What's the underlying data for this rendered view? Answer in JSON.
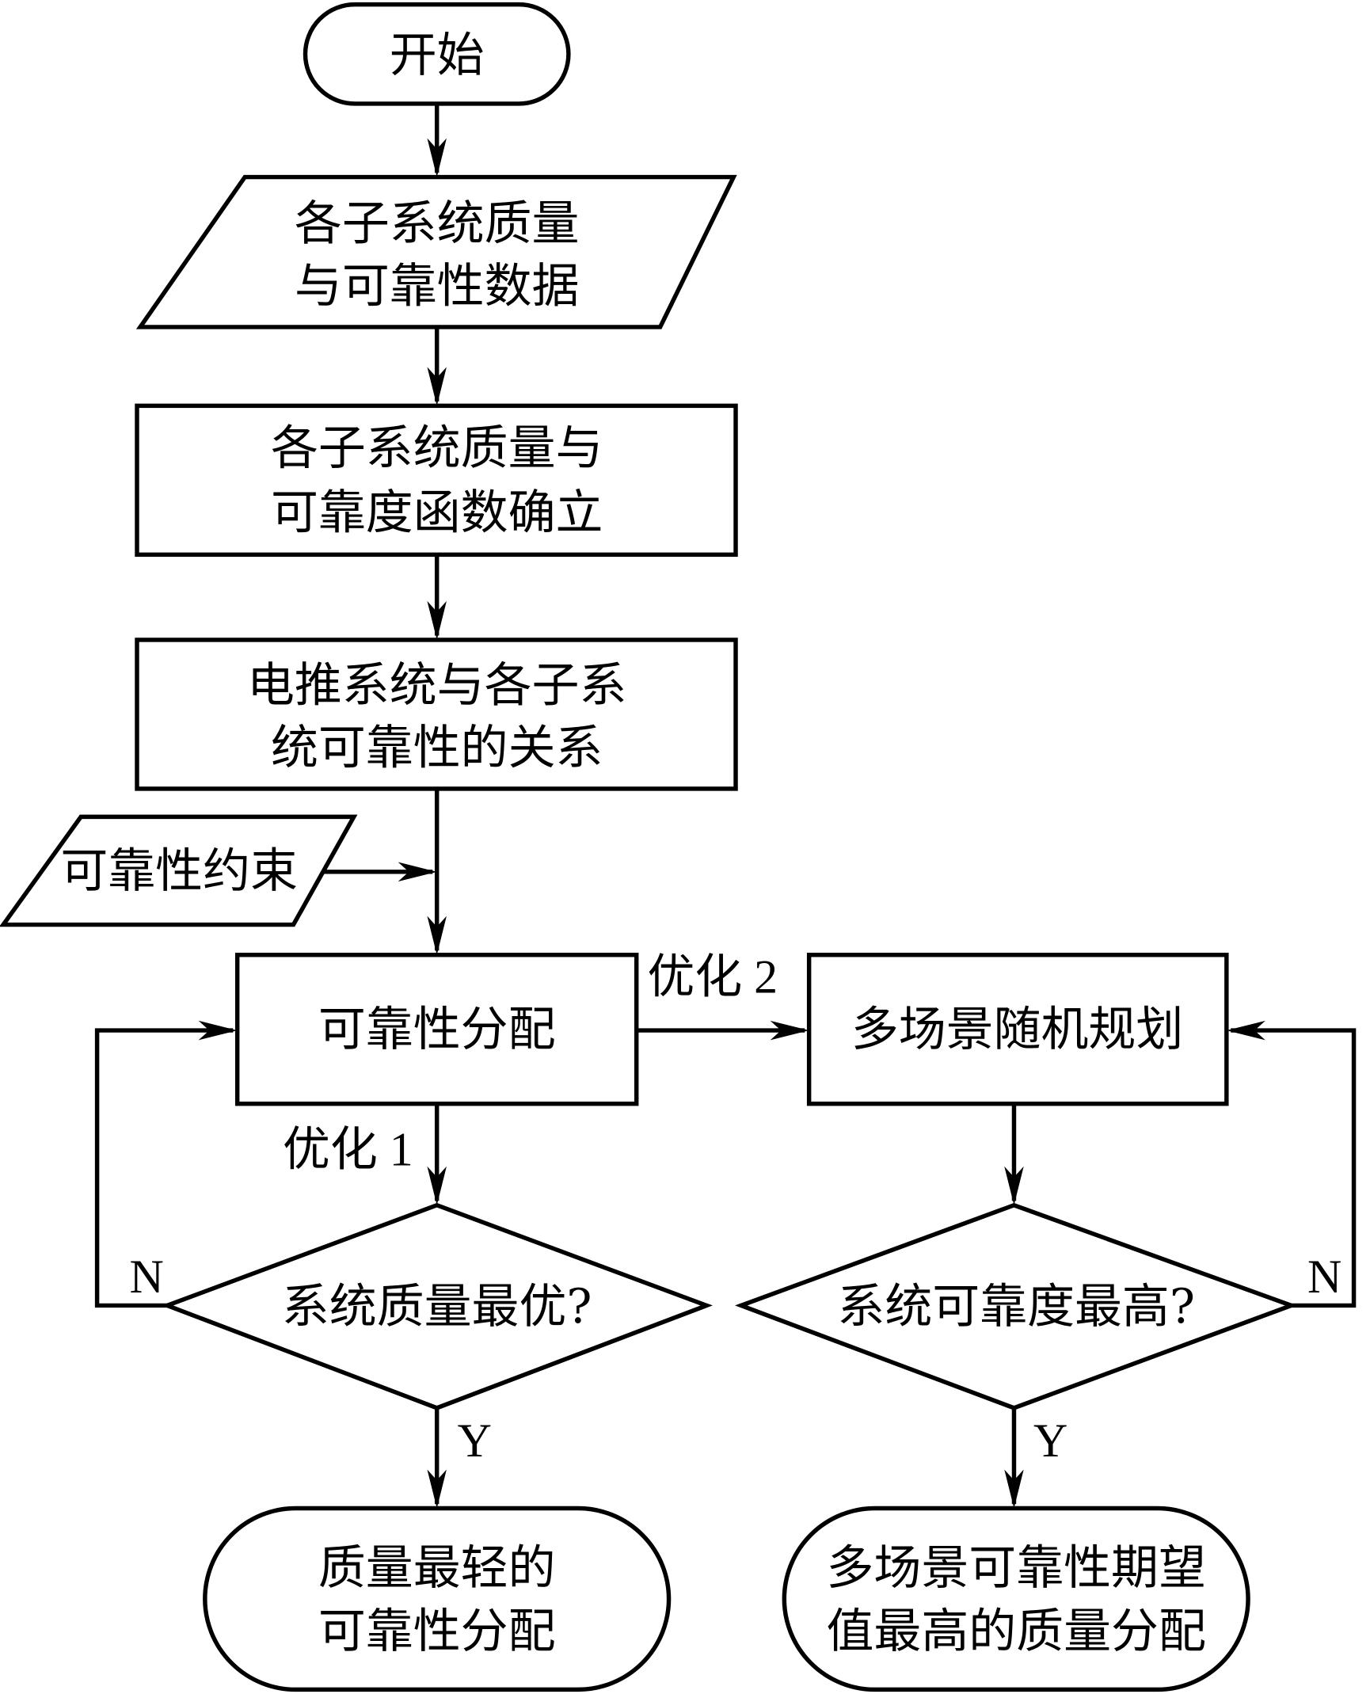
{
  "flowchart": {
    "start": "开始",
    "input_data": [
      "各子系统质量",
      "与可靠性数据"
    ],
    "step_functions": [
      "各子系统质量与",
      "可靠度函数确立"
    ],
    "step_relation": [
      "电推系统与各子系",
      "统可靠性的关系"
    ],
    "input_constraint": "可靠性约束",
    "step_allocation": "可靠性分配",
    "step_stochastic": "多场景随机规划",
    "decision_mass": "系统质量最优?",
    "decision_reliability": "系统可靠度最高?",
    "end_left": [
      "质量最轻的",
      "可靠性分配"
    ],
    "end_right": [
      "多场景可靠性期望",
      "值最高的质量分配"
    ],
    "labels": {
      "opt1": "优化 1",
      "opt2": "优化 2",
      "no_left": "N",
      "yes_left": "Y",
      "no_right": "N",
      "yes_right": "Y"
    }
  }
}
